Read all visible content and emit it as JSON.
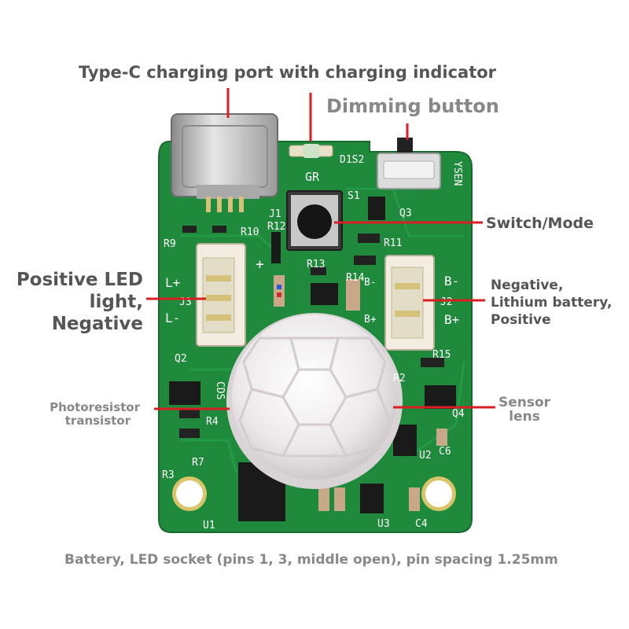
{
  "annotations": {
    "typec_port": "Type-C charging port with charging indicator",
    "dimming_button": "Dimming button",
    "switch_mode": "Switch/Mode",
    "led_line1": "Positive LED",
    "led_line2": "light,",
    "led_line3": "Negative",
    "battery_line1": "Negative,",
    "battery_line2": "Lithium battery,",
    "battery_line3": "Positive",
    "photoresistor_line1": "Photoresistor",
    "photoresistor_line2": "transistor",
    "sensor_line1": "Sensor",
    "sensor_line2": "lens",
    "footer": "Battery, LED socket (pins 1, 3, middle open), pin spacing 1.25mm"
  },
  "silkscreen": {
    "d1s2": "D1S2",
    "gr": "GR",
    "sen": "YSEN",
    "s1": "S1",
    "q3": "Q3",
    "j1": "J1",
    "r12": "R12",
    "r10": "R10",
    "r9": "R9",
    "r11": "R11",
    "r13": "R13",
    "r14": "R14",
    "l_plus": "L+",
    "l_minus": "L-",
    "j3": "J3",
    "plus": "+",
    "b_minus_in": "B-",
    "b_plus_in": "B+",
    "b_minus": "B-",
    "b_plus": "B+",
    "j2": "J2",
    "q2": "Q2",
    "cds": "CDS",
    "r4": "R4",
    "r15": "R15",
    "r2": "R2",
    "q4": "Q4",
    "r3": "R3",
    "r7": "R7",
    "u1": "U1",
    "u2": "U2",
    "u3": "U3",
    "c6": "C6",
    "c4": "C4"
  },
  "colors": {
    "board": "#1f8a3c",
    "board_dark": "#17702f",
    "pointer": "#d91e24",
    "label": "#555555",
    "label_light": "#888888"
  }
}
